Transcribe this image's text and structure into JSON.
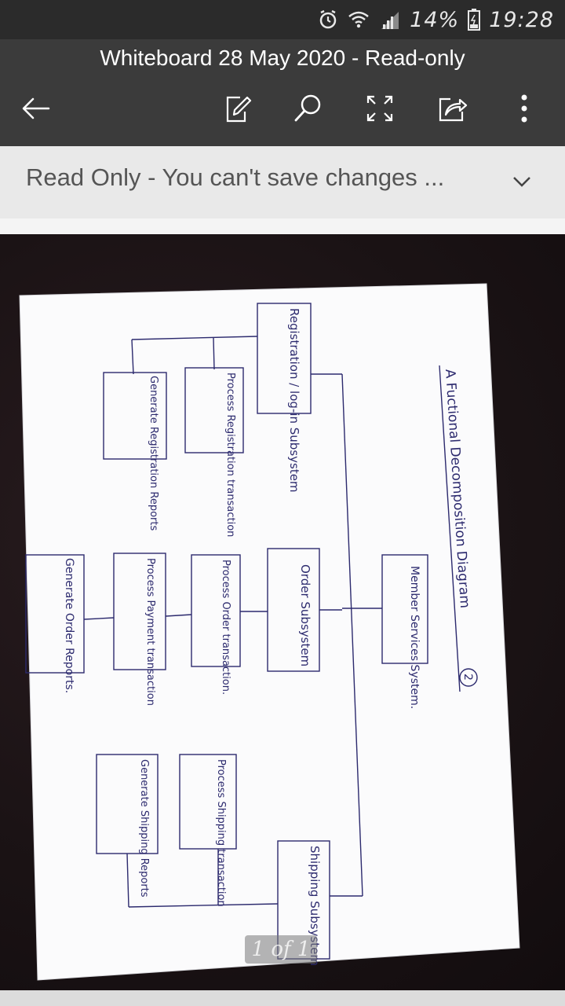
{
  "status_bar": {
    "battery": "14%",
    "time": "19:28",
    "icons": [
      "alarm-icon",
      "wifi-icon",
      "signal-icon",
      "battery-icon"
    ]
  },
  "header": {
    "title": "Whiteboard 28 May 2020 - Read-only",
    "toolbar": [
      "back-arrow-icon",
      "edit-icon",
      "search-icon",
      "fullscreen-icon",
      "share-icon",
      "more-options-icon"
    ]
  },
  "notice": {
    "text": "Read Only - You can't save changes ..."
  },
  "document": {
    "heading": "A Fuctional Decomposition Diagram",
    "page_number_circled": "2",
    "nodes": {
      "member": "Member Services System.",
      "registration": "Registration / log-in Subsystem",
      "order": "Order Subsystem",
      "shipping": "Shipping Subsystem",
      "process_registration": "Process Registration transaction",
      "generate_registration": "Generate Registration Reports",
      "process_order": "Process Order transaction.",
      "process_payment": "Process Payment transaction",
      "generate_order": "Generate Order Reports.",
      "process_shipping": "Process Shipping transaction",
      "generate_shipping": "Generate Shipping Reports"
    }
  },
  "pager": {
    "label": "1 of 1"
  },
  "colors": {
    "status_bar": "#2b2b2b",
    "title_bar": "#3b3b3b",
    "notice_bg": "#e9e9e9",
    "ink": "#2c2a6e"
  }
}
